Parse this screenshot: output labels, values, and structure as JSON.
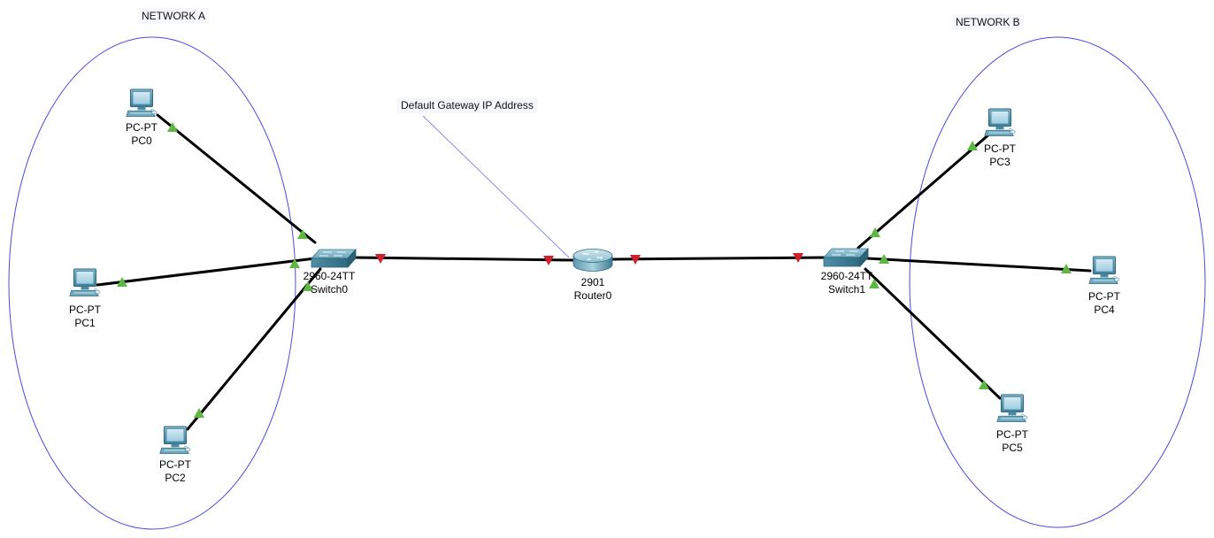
{
  "notes": {
    "network_a": "NETWORK A",
    "network_b": "NETWORK B",
    "gateway": "Default Gateway IP Address"
  },
  "colors": {
    "cable": "#000000",
    "ellipse": "#4a4ae0",
    "link_up": "#5cb842",
    "link_down": "#d0202c",
    "annotation_line": "#8a8ae8"
  },
  "devices": {
    "pc0": {
      "model": "PC-PT",
      "name": "PC0"
    },
    "pc1": {
      "model": "PC-PT",
      "name": "PC1"
    },
    "pc2": {
      "model": "PC-PT",
      "name": "PC2"
    },
    "pc3": {
      "model": "PC-PT",
      "name": "PC3"
    },
    "pc4": {
      "model": "PC-PT",
      "name": "PC4"
    },
    "pc5": {
      "model": "PC-PT",
      "name": "PC5"
    },
    "switch0": {
      "model": "2960-24TT",
      "name": "Switch0"
    },
    "switch1": {
      "model": "2960-24TT",
      "name": "Switch1"
    },
    "router0": {
      "model": "2901",
      "name": "Router0"
    }
  },
  "links": [
    {
      "from": "PC0",
      "to": "Switch0",
      "from_status": "up",
      "to_status": "up"
    },
    {
      "from": "PC1",
      "to": "Switch0",
      "from_status": "up",
      "to_status": "up"
    },
    {
      "from": "PC2",
      "to": "Switch0",
      "from_status": "up",
      "to_status": "up"
    },
    {
      "from": "Switch0",
      "to": "Router0",
      "from_status": "down",
      "to_status": "down"
    },
    {
      "from": "Router0",
      "to": "Switch1",
      "from_status": "down",
      "to_status": "down"
    },
    {
      "from": "PC3",
      "to": "Switch1",
      "from_status": "up",
      "to_status": "up"
    },
    {
      "from": "PC4",
      "to": "Switch1",
      "from_status": "up",
      "to_status": "up"
    },
    {
      "from": "PC5",
      "to": "Switch1",
      "from_status": "up",
      "to_status": "up"
    }
  ]
}
